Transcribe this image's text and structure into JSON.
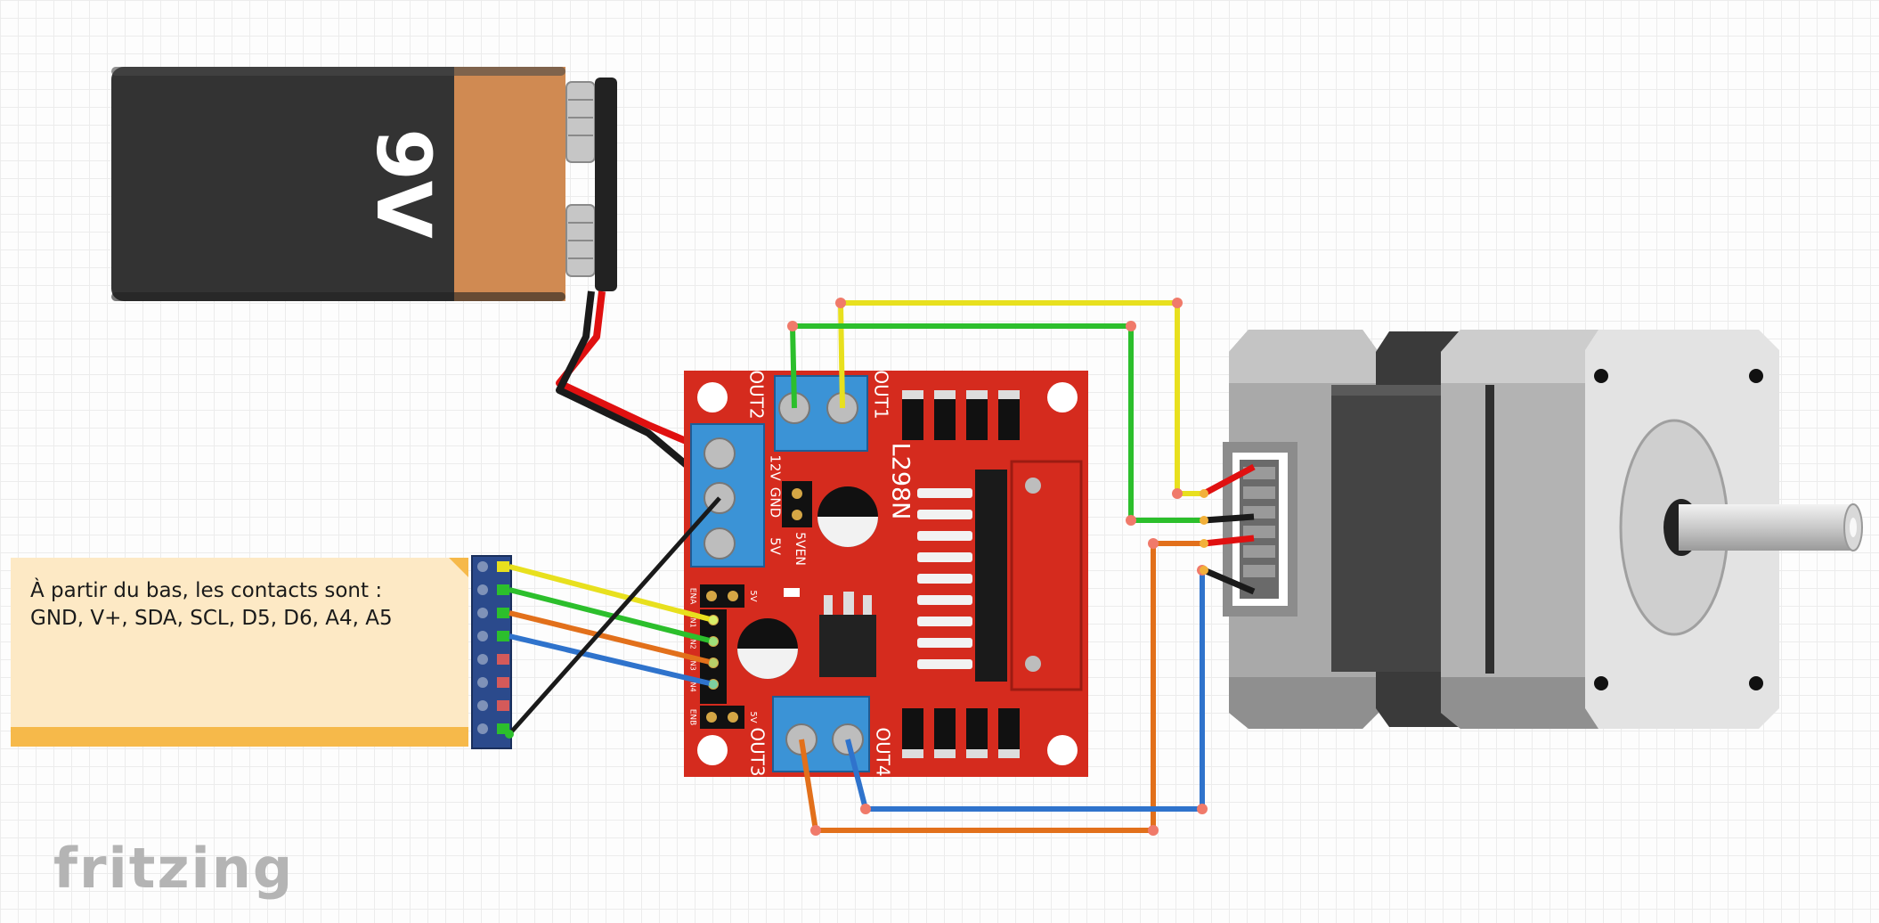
{
  "battery": {
    "label": "9V"
  },
  "driver": {
    "model": "L298N",
    "out1": "OUT1",
    "out2": "OUT2",
    "out3": "OUT3",
    "out4": "OUT4",
    "pin_12v": "12V",
    "pin_gnd": "GND",
    "pin_5v": "5V",
    "pin_5ven": "5VEN",
    "ena": "ENA",
    "enb": "ENB",
    "in1": "IN1",
    "in2": "IN2",
    "in3": "IN3",
    "in4": "IN4",
    "hdr_5v_top": "5V",
    "hdr_5v_bottom": "5V"
  },
  "note": {
    "line1": "À partir du bas, les contacts sont :",
    "line2": "GND, V+, SDA, SCL, D5, D6, A4, A5"
  },
  "logo": "fritzing",
  "wire_colors": {
    "red": "#e01010",
    "black": "#1a1a1a",
    "yellow": "#e8e01e",
    "green": "#2cbf2c",
    "orange": "#e2701b",
    "blue": "#2f73cc"
  }
}
